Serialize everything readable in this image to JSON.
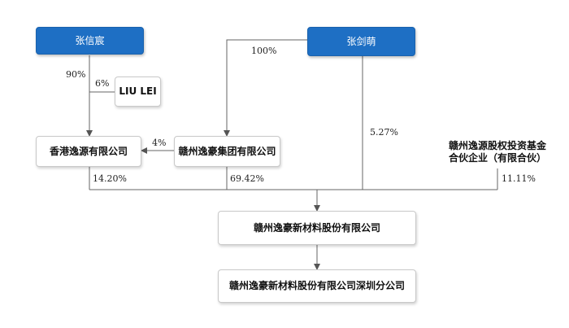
{
  "nodes": {
    "zhang_xinchen": "张信宸",
    "zhang_jianmeng": "张剑萌",
    "liu_lei": "LIU LEI",
    "hk_yiyuan": "香港逸源有限公司",
    "ganzhou_yihao_group": "赣州逸豪集团有限公司",
    "ganzhou_fund_line1": "赣州逸源股权投资基金",
    "ganzhou_fund_line2": "合伙企业（有限合伙）",
    "yihao_new_material": "赣州逸豪新材料股份有限公司",
    "shenzhen_branch": "赣州逸豪新材料股份有限公司深圳分公司"
  },
  "percentages": {
    "xinchen_to_hk": "90%",
    "liulei_to_hk": "6%",
    "jianmeng_to_group": "100%",
    "group_to_hk": "4%",
    "jianmeng_to_company": "5.27%",
    "hk_to_company": "14.20%",
    "group_to_company": "69.42%",
    "fund_to_company": "11.11%"
  },
  "colors": {
    "person_box": "#1e6fc4",
    "line": "#666666"
  }
}
